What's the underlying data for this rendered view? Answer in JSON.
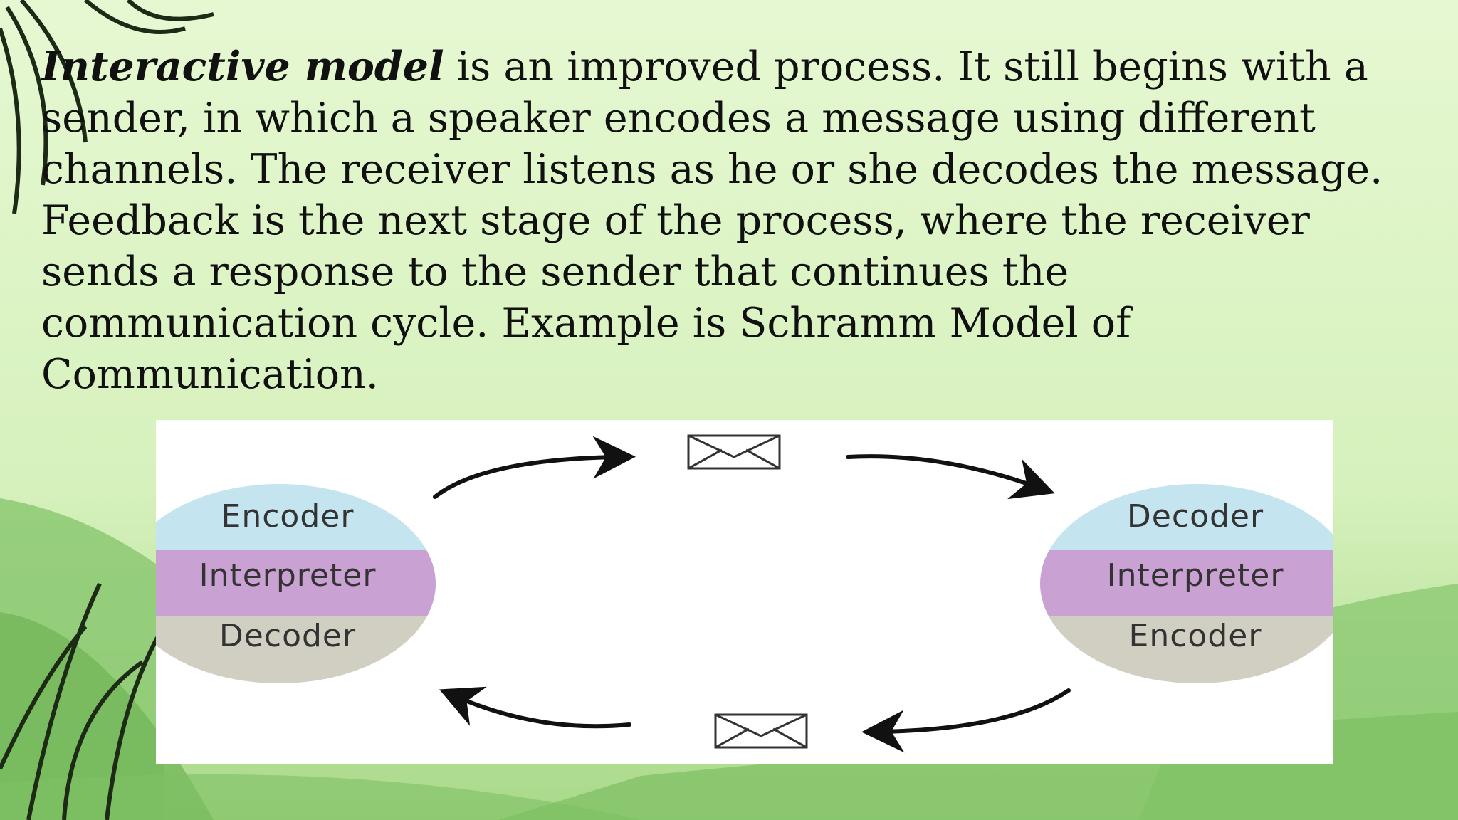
{
  "paragraph": {
    "lead": "Interactive model",
    "body": " is an improved process. It still begins with a sender, in which a speaker encodes a message using different channels. The receiver listens as he or she decodes the message. Feedback is the next stage of the process, where the receiver sends a response to the sender that continues the communication cycle. Example is Schramm Model of Communication."
  },
  "diagram": {
    "left_node": {
      "top": "Encoder",
      "middle": "Interpreter",
      "bottom": "Decoder"
    },
    "right_node": {
      "top": "Decoder",
      "middle": "Interpreter",
      "bottom": "Encoder"
    },
    "icons": [
      "envelope-icon",
      "envelope-icon"
    ]
  },
  "colors": {
    "top_band": "#c4e4ef",
    "middle_band": "#c9a2d3",
    "bottom_band": "#d1cfc2",
    "arrow": "#111111"
  }
}
